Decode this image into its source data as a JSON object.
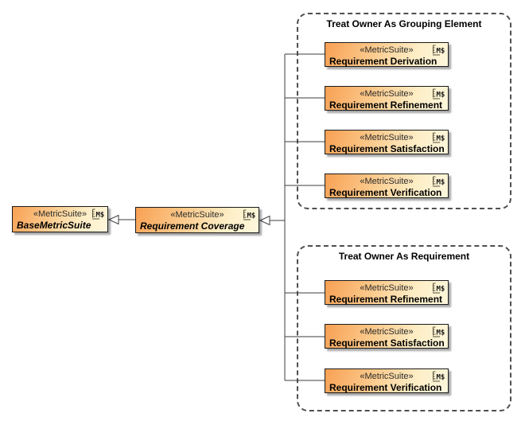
{
  "stereotype": "«MetricSuite»",
  "icon_text": "M$",
  "nodes": {
    "base": {
      "name": "BaseMetricSuite"
    },
    "coverage": {
      "name": "Requirement Coverage"
    }
  },
  "groups": [
    {
      "title": "Treat Owner As Grouping Element",
      "items": [
        "Requirement Derivation",
        "Requirement Refinement",
        "Requirement Satisfaction",
        "Requirement Verification"
      ]
    },
    {
      "title": "Treat Owner As Requirement",
      "items": [
        "Requirement Refinement",
        "Requirement Satisfaction",
        "Requirement Verification"
      ]
    }
  ],
  "colors": {
    "box_gradient_start": "#f8a053",
    "box_gradient_end": "#fdf6dc",
    "box_border": "#1a1a1a",
    "group_border": "#4f4f4f",
    "connector": "#3d3d3d",
    "background": "#ffffff"
  }
}
